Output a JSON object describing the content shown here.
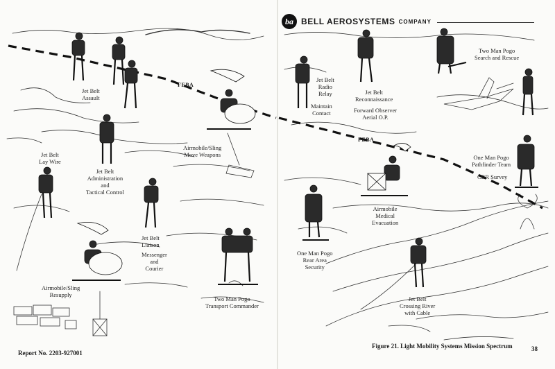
{
  "header": {
    "logo_mark": "ba",
    "company_name": "BELL AEROSYSTEMS",
    "company_suffix": "COMPANY"
  },
  "feba_labels": [
    "FEBA",
    "FEBA"
  ],
  "left_labels": {
    "jet_belt_assault": [
      "Jet Belt",
      "Assault"
    ],
    "airmobile_move_weapons": [
      "Airmobile/Sling",
      "Move Weapons"
    ],
    "jet_belt_lay_wire": [
      "Jet Belt",
      "Lay Wire"
    ],
    "jet_belt_administration": [
      "Jet Belt",
      "Administration",
      "and",
      "Tactical Control"
    ],
    "jet_belt_liaison": [
      "Jet Belt",
      "Liaison"
    ],
    "messenger_courier": [
      "Messenger",
      "and",
      "Courier"
    ],
    "airmobile_resupply": [
      "Airmobile/Sling",
      "Resupply"
    ],
    "two_man_pogo_transport": [
      "Two Man Pogo",
      "Transport Commander"
    ]
  },
  "right_labels": {
    "jet_belt_radio_relay": [
      "Jet Belt",
      "Radio",
      "Relay"
    ],
    "maintain_contact": [
      "Maintain",
      "Contact"
    ],
    "jet_belt_reconnaissance": [
      "Jet Belt",
      "Reconnaissance"
    ],
    "forward_observer": [
      "Forward Observer",
      "Aerial O.P."
    ],
    "two_man_pogo_search": [
      "Two Man Pogo",
      "Search and Rescue"
    ],
    "one_man_pogo_pathfinder": [
      "One Man Pogo",
      "Pathfinder Team"
    ],
    "cbr_survey": [
      "CBR Survey"
    ],
    "airmobile_medical": [
      "Airmobile",
      "Medical",
      "Evacuation"
    ],
    "one_man_pogo_rear": [
      "One Man Pogo",
      "Rear Area",
      "Security"
    ],
    "jet_belt_crossing_river": [
      "Jet Belt",
      "Crossing River",
      "with Cable"
    ]
  },
  "footer": {
    "report_number": "Report No. 2203-927001",
    "figure_caption": "Figure 21.  Light Mobility Systems Mission Spectrum",
    "page_number": "38"
  }
}
